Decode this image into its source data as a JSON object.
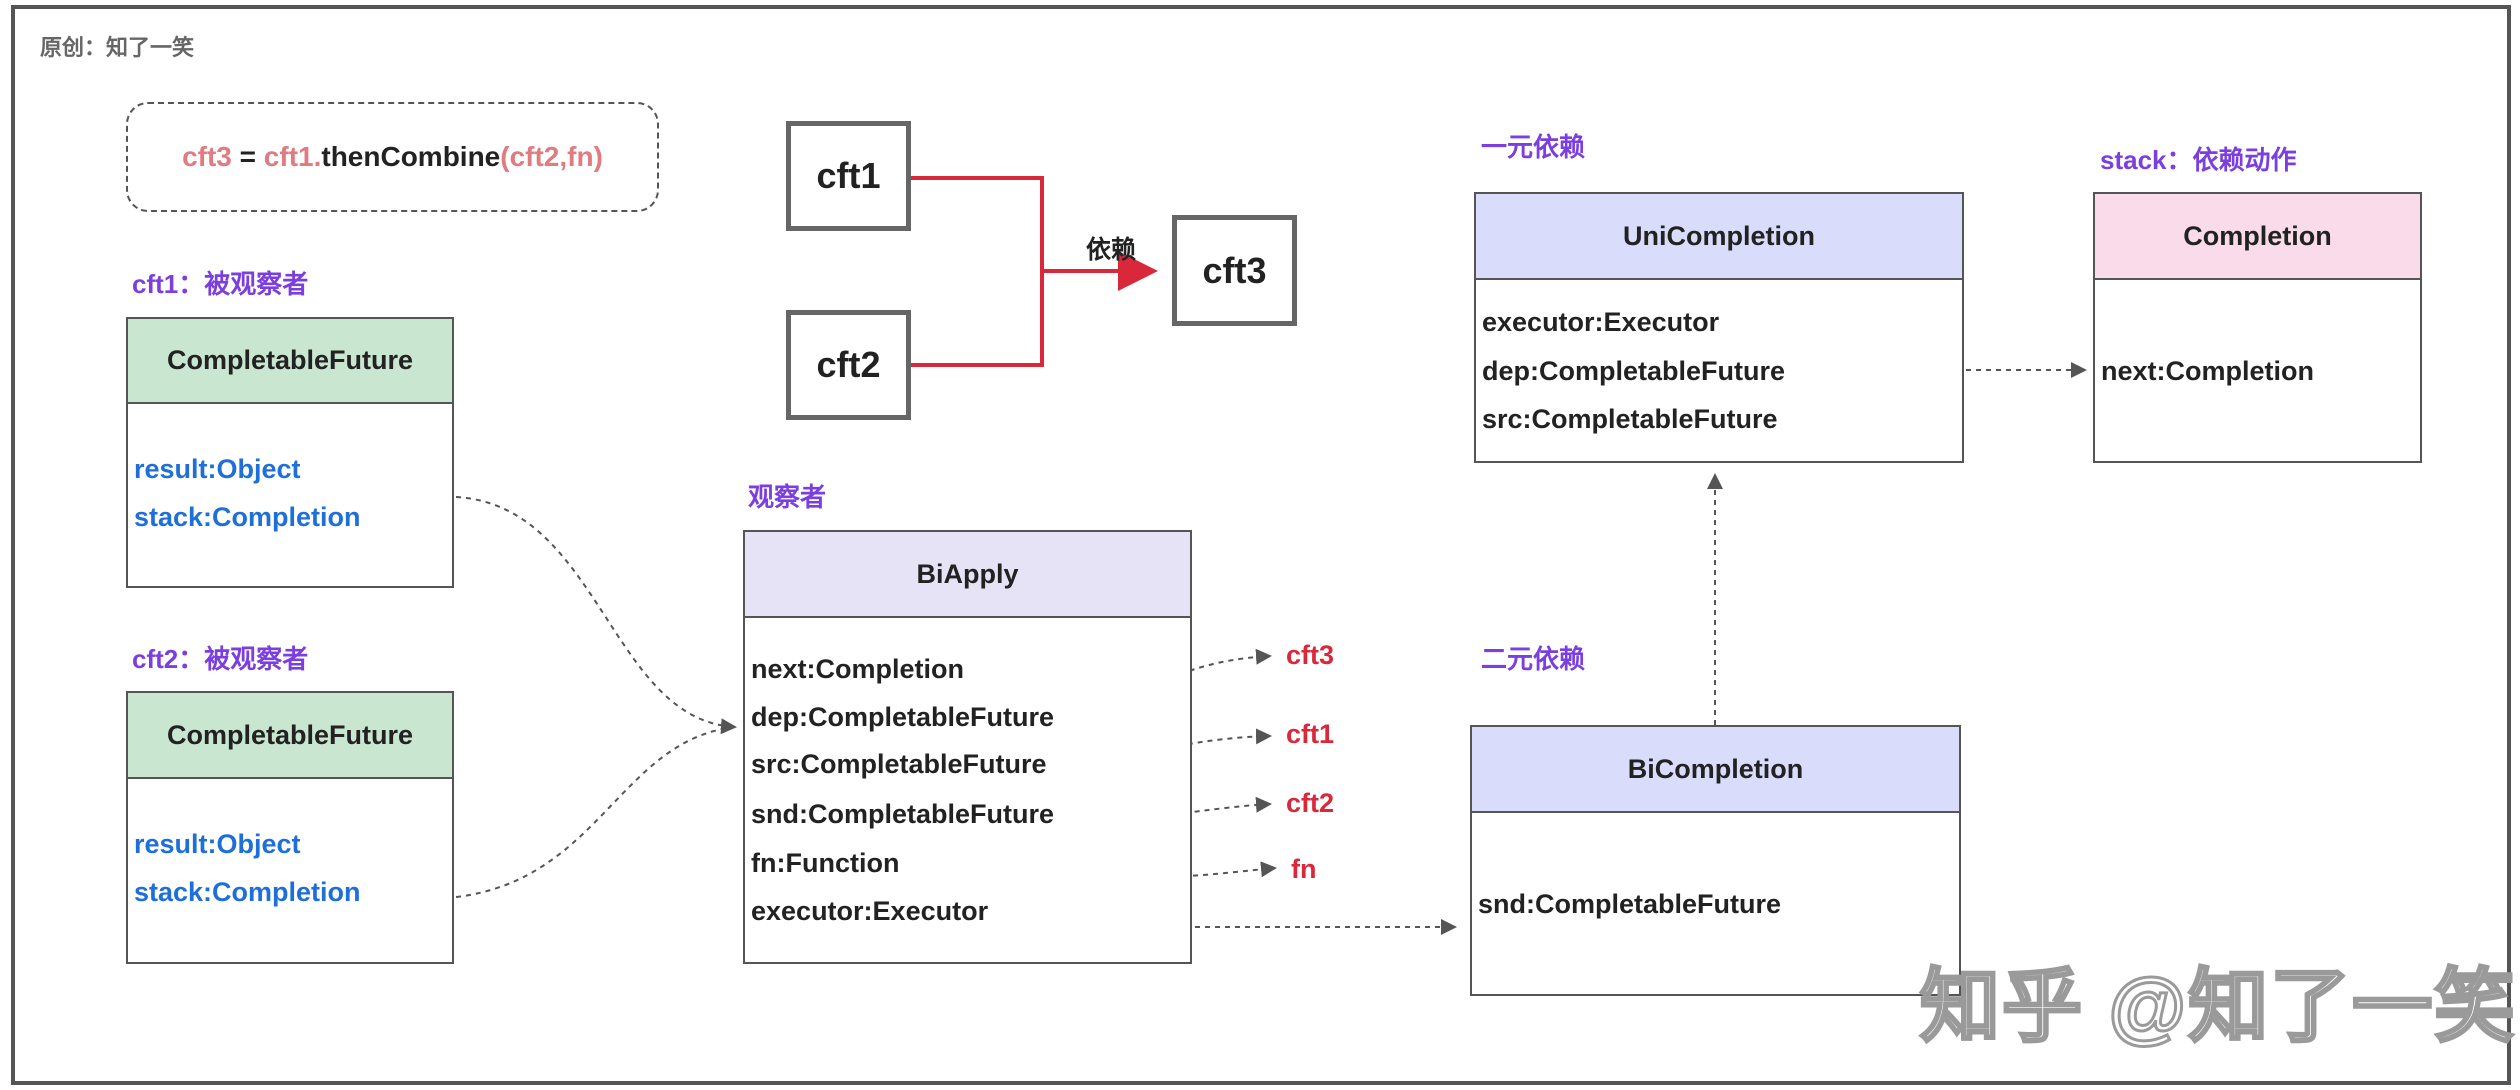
{
  "author_note": "原创：知了一笑",
  "formula": {
    "result": "cft3",
    "equals": " = ",
    "receiver": "cft1.",
    "method": "thenCombine",
    "args": "(cft2,fn)"
  },
  "dependency_graph": {
    "nodes": [
      "cft1",
      "cft2",
      "cft3"
    ],
    "edge_label": "依赖"
  },
  "observed": [
    {
      "label": "cft1：被观察者",
      "class_name": "CompletableFuture",
      "fields": [
        "result:Object",
        "stack:Completion"
      ]
    },
    {
      "label": "cft2：被观察者",
      "class_name": "CompletableFuture",
      "fields": [
        "result:Object",
        "stack:Completion"
      ]
    }
  ],
  "observer": {
    "label": "观察者",
    "class_name": "BiApply",
    "fields": [
      "next:Completion",
      "dep:CompletableFuture",
      "src:CompletableFuture",
      "snd:CompletableFuture",
      "fn:Function",
      "executor:Executor"
    ],
    "targets": [
      "cft3",
      "cft1",
      "cft2",
      "fn"
    ]
  },
  "uni": {
    "label": "一元依赖",
    "class_name": "UniCompletion",
    "fields": [
      "executor:Executor",
      "dep:CompletableFuture",
      "src:CompletableFuture"
    ]
  },
  "completion": {
    "label": "stack：依赖动作",
    "class_name": "Completion",
    "fields": [
      "next:Completion"
    ]
  },
  "bi": {
    "label": "二元依赖",
    "class_name": "BiCompletion",
    "fields": [
      "snd:CompletableFuture"
    ]
  },
  "watermark": "知乎 @知了一笑",
  "colors": {
    "observed_header": "#c8e6d0",
    "observer_header": "#e6e3f7",
    "uni_header": "#d9dcfa",
    "completion_header": "#fadbea",
    "label_purple": "#7b3fe0",
    "field_blue": "#1e6fd9",
    "edge_red": "#d8283a",
    "formula_red": "#e07b80"
  }
}
